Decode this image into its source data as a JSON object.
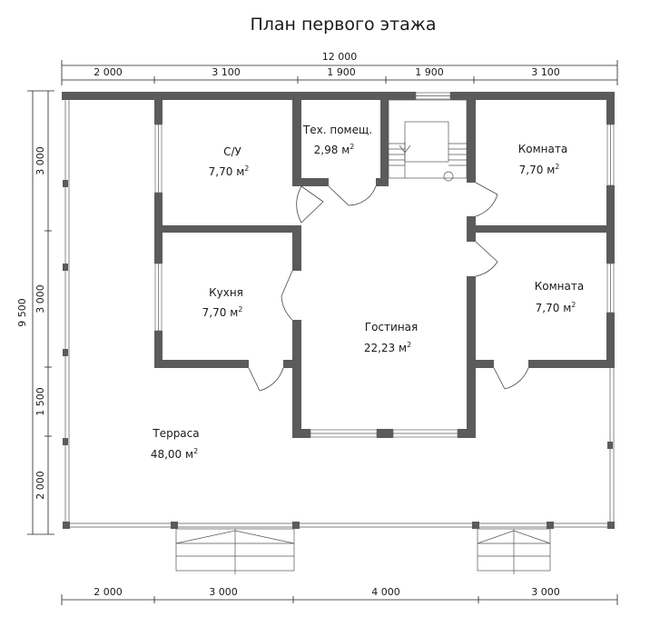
{
  "title": "План первого этажа",
  "dimensions": {
    "top_total": "12 000",
    "top": [
      "2 000",
      "3 100",
      "1 900",
      "1 900",
      "3 100"
    ],
    "left_total": "9 500",
    "left": [
      "3 000",
      "3 000",
      "1 500",
      "2 000"
    ],
    "bottom": [
      "2 000",
      "3 000",
      "4 000",
      "3 000"
    ]
  },
  "rooms": {
    "bath": {
      "name": "С/У",
      "area": "7,70 м",
      "sup": "2"
    },
    "tech": {
      "name": "Тех. помещ.",
      "area": "2,98 м",
      "sup": "2"
    },
    "room1": {
      "name": "Комната",
      "area": "7,70 м",
      "sup": "2"
    },
    "kitchen": {
      "name": "Кухня",
      "area": "7,70 м",
      "sup": "2"
    },
    "living": {
      "name": "Гостиная",
      "area": "22,23 м",
      "sup": "2"
    },
    "room2": {
      "name": "Комната",
      "area": "7,70 м",
      "sup": "2"
    },
    "terrace": {
      "name": "Терраса",
      "area": "48,00 м",
      "sup": "2"
    }
  }
}
